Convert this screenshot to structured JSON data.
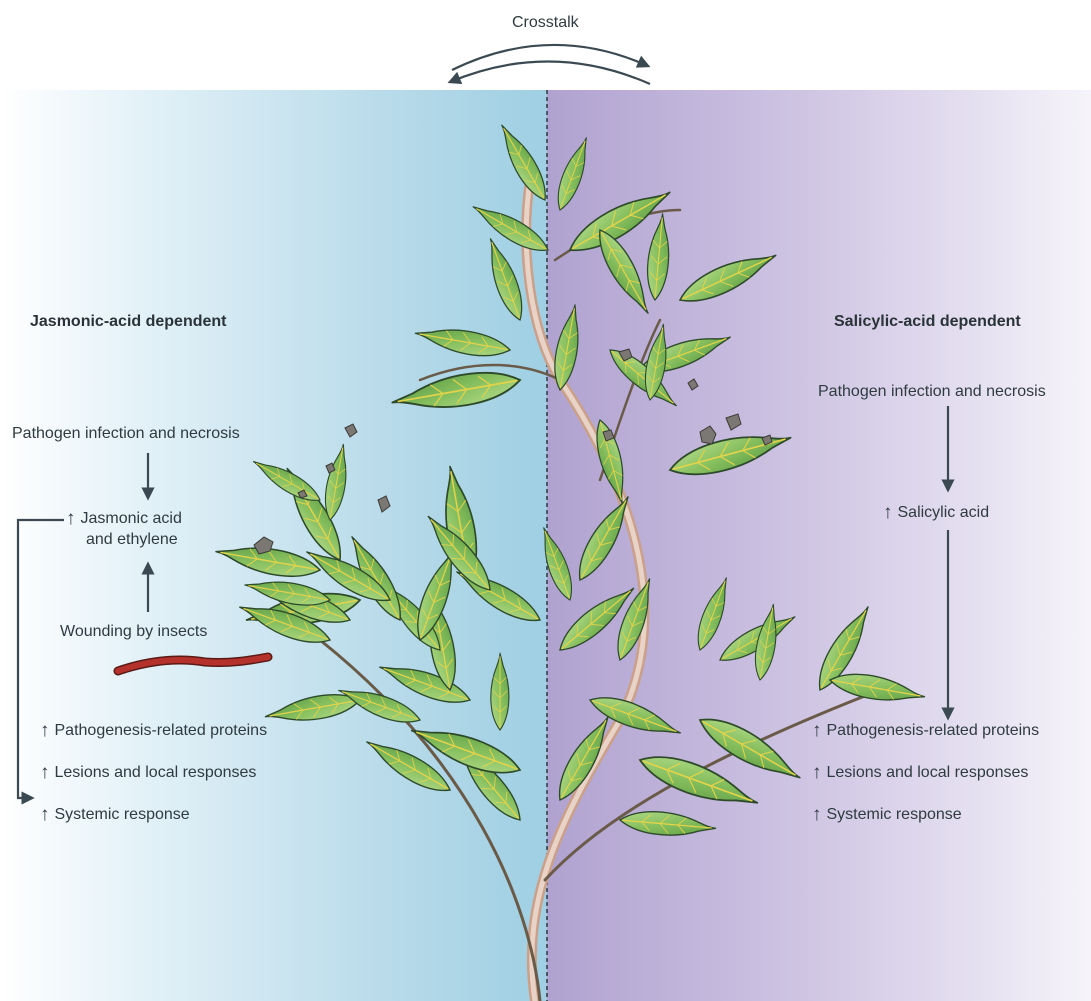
{
  "crosstalk": {
    "label": "Crosstalk"
  },
  "left_panel": {
    "heading": "Jasmonic-acid dependent",
    "trigger_pathogen": "Pathogen infection and necrosis",
    "hormones_line1": "Jasmonic acid",
    "hormones_line2": "and ethylene",
    "trigger_insects": "Wounding by insects",
    "responses": [
      "Pathogenesis-related proteins",
      "Lesions and local responses",
      "Systemic response"
    ],
    "up_arrow": "↑"
  },
  "right_panel": {
    "heading": "Salicylic-acid dependent",
    "trigger_pathogen": "Pathogen infection and necrosis",
    "hormone": "Salicylic acid",
    "responses": [
      "Pathogenesis-related proteins",
      "Lesions and local responses",
      "Systemic response"
    ],
    "up_arrow": "↑"
  },
  "colors": {
    "jasmonic_bg": "#a9d4e6",
    "salicylic_bg": "#b4a6d2",
    "leaf": "#86bf5e",
    "leaf_vein": "#e2d34a",
    "stem": "#c99a7a",
    "caterpillar": "#b5322c",
    "arrow": "#3b4a52"
  }
}
